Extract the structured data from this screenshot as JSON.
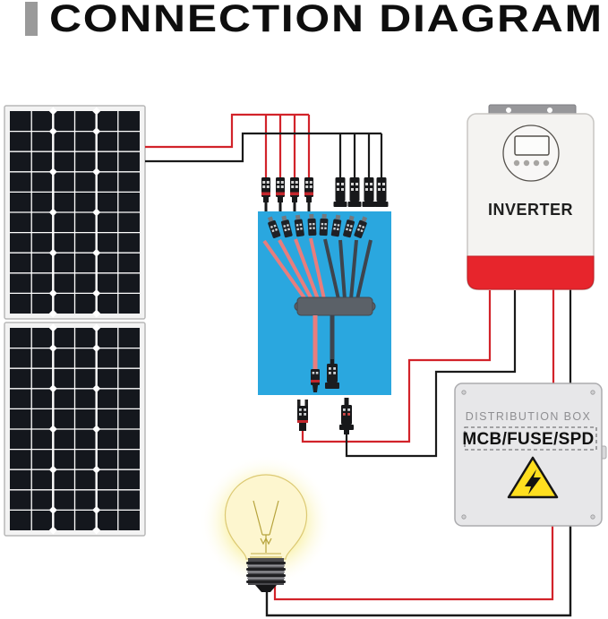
{
  "title": "CONNECTION DIAGRAM",
  "inverter": {
    "label": "INVERTER"
  },
  "distribution_box": {
    "name": "DISTRIBUTION BOX",
    "devices": "MCB/FUSE/SPD"
  },
  "components": {
    "solar_panels": "two mono solar panels",
    "branch_connector": "y-branch mc4 connector set",
    "load": "light bulb"
  },
  "colors": {
    "positive_wire": "#d2232a",
    "negative_wire": "#1a1a1a",
    "branch_panel_bg": "#2aa7df",
    "inverter_accent": "#e7252c",
    "warning_yellow": "#ffdf1f",
    "title_bar": "#9a9a9a"
  }
}
